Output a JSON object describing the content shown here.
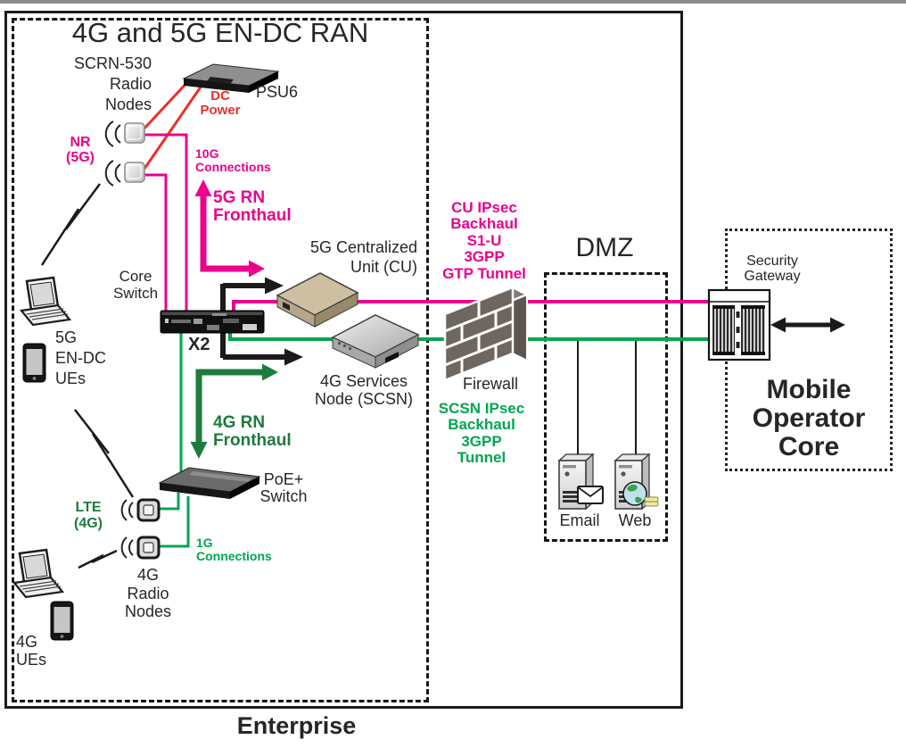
{
  "colors": {
    "magenta": "#EC008C",
    "red": "#E8312A",
    "green": "#00A651",
    "dark_green": "#1E7B3E"
  },
  "ran": {
    "title": "4G and 5G EN-DC RAN",
    "footer": "Enterprise",
    "radio_nodes_5g": {
      "label": "SCRN-530\nRadio\nNodes",
      "tech": "NR\n(5G)"
    },
    "psu": {
      "label": "PSU6",
      "power": "DC\nPower"
    },
    "links_5g": {
      "speed": "10G\nConnections",
      "fronthaul": "5G RN\nFronthaul"
    },
    "core_switch": {
      "label": "Core\nSwitch",
      "interface": "X2"
    },
    "cu": {
      "label": "5G Centralized\nUnit (CU)"
    },
    "scsn": {
      "label": "4G Services\nNode (SCSN)"
    },
    "poe_switch": {
      "label": "PoE+\nSwitch"
    },
    "radio_nodes_4g": {
      "label": "4G\nRadio\nNodes",
      "tech": "LTE\n(4G)"
    },
    "links_4g": {
      "speed": "1G\nConnections",
      "fronthaul": "4G RN\nFronthaul"
    },
    "ues_5g": {
      "label": "5G\nEN-DC\nUEs"
    },
    "ues_4g": {
      "label": "4G\nUEs"
    }
  },
  "firewall": {
    "label": "Firewall"
  },
  "tunnels": {
    "cu": "CU IPsec\nBackhaul\nS1-U\n3GPP\nGTP Tunnel",
    "scsn": "SCSN IPsec\nBackhaul\n3GPP\nTunnel"
  },
  "dmz": {
    "label": "DMZ",
    "servers": [
      {
        "label": "Email"
      },
      {
        "label": "Web"
      }
    ]
  },
  "operator_core": {
    "label": "Mobile\nOperator\nCore",
    "gateway": {
      "label": "Security\nGateway"
    }
  },
  "icons": {
    "psu6": "power-supply-slab",
    "radio_node_5g": "antenna-panel",
    "radio_node_4g": "antenna-panel-small",
    "core_switch": "rack-switch",
    "poe_switch": "flat-switch-slab",
    "cu_appliance": "tan-appliance",
    "scsn_appliance": "silver-appliance",
    "firewall": "brick-wall",
    "email_server": "tower-server-envelope",
    "web_server": "tower-server-globe",
    "security_gateway": "chassis-line-cards",
    "laptop": "laptop",
    "phone": "smartphone",
    "radio_link": "lightning-zigzag",
    "core_link": "double-headed-arrow"
  }
}
